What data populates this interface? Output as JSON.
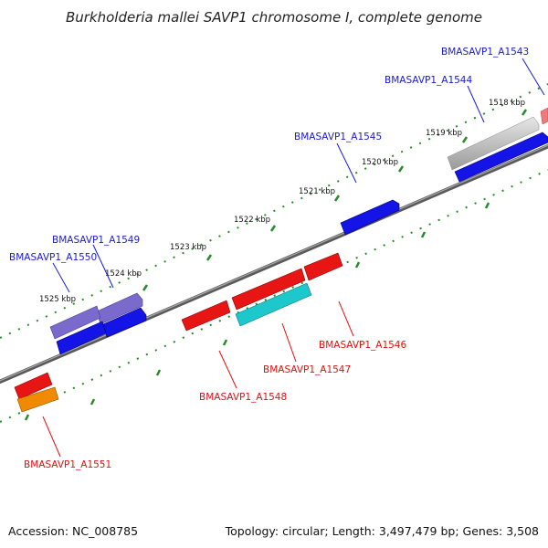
{
  "title": "Burkholderia mallei SAVP1 chromosome I, complete genome",
  "footer": {
    "accession": "Accession: NC_008785",
    "summary": "Topology: circular; Length: 3,497,479 bp; Genes: 3,508"
  },
  "ticks": [
    "1518 kbp",
    "1519 kbp",
    "1520 kbp",
    "1521 kbp",
    "1522 kbp",
    "1523 kbp",
    "1524 kbp",
    "1525 kbp"
  ],
  "colors": {
    "plus_label": "#1a1ad0",
    "minus_label": "#e01010",
    "backbone": "#777777",
    "tick": "#2a8a2a",
    "blue": "#1414e6",
    "violet": "#7a6acc",
    "red": "#e81515",
    "cyan": "#1cc8cc",
    "orange": "#f08a00",
    "gray": "#b8b8b8",
    "salmon": "#ee7a7a"
  },
  "genes": {
    "plus": [
      "BMASAVP1_A1543",
      "BMASAVP1_A1544",
      "BMASAVP1_A1545",
      "BMASAVP1_A1549",
      "BMASAVP1_A1550"
    ],
    "minus": [
      "BMASAVP1_A1546",
      "BMASAVP1_A1547",
      "BMASAVP1_A1548",
      "BMASAVP1_A1551"
    ]
  }
}
